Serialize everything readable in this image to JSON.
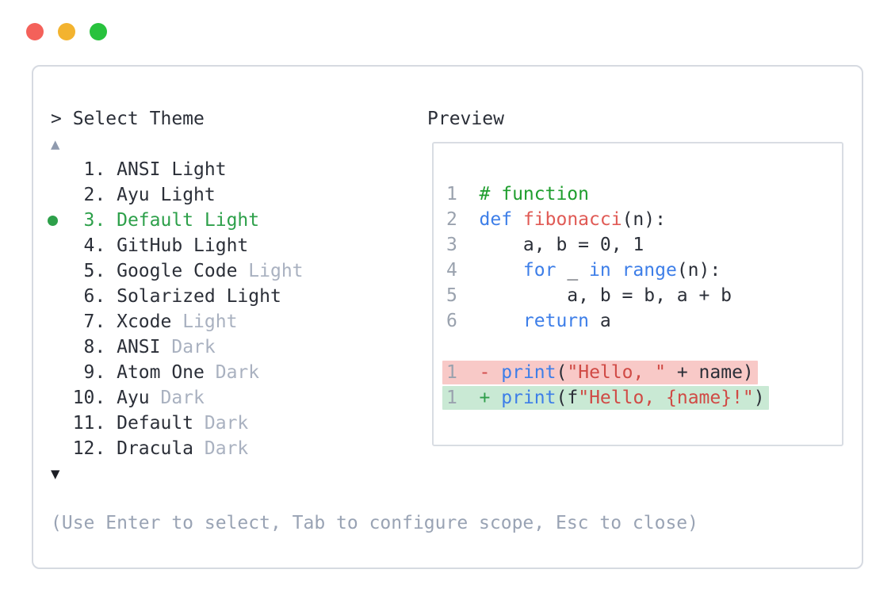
{
  "window": {
    "traffic_lights": [
      {
        "name": "close",
        "color": "#f4615a"
      },
      {
        "name": "minimize",
        "color": "#f3b32f"
      },
      {
        "name": "zoom",
        "color": "#28c23d"
      }
    ]
  },
  "selector": {
    "prompt": "> Select Theme",
    "scroll_up": "▲",
    "scroll_down": "▼",
    "items": [
      {
        "number": "1",
        "label": "ANSI",
        "suffix": "Light",
        "muted_suffix": false,
        "selected": false
      },
      {
        "number": "2",
        "label": "Ayu",
        "suffix": "Light",
        "muted_suffix": false,
        "selected": false
      },
      {
        "number": "3",
        "label": "Default",
        "suffix": "Light",
        "muted_suffix": false,
        "selected": true
      },
      {
        "number": "4",
        "label": "GitHub",
        "suffix": "Light",
        "muted_suffix": false,
        "selected": false
      },
      {
        "number": "5",
        "label": "Google Code",
        "suffix": "Light",
        "muted_suffix": true,
        "selected": false
      },
      {
        "number": "6",
        "label": "Solarized",
        "suffix": "Light",
        "muted_suffix": false,
        "selected": false
      },
      {
        "number": "7",
        "label": "Xcode",
        "suffix": "Light",
        "muted_suffix": true,
        "selected": false
      },
      {
        "number": "8",
        "label": "ANSI",
        "suffix": "Dark",
        "muted_suffix": true,
        "selected": false
      },
      {
        "number": "9",
        "label": "Atom One",
        "suffix": "Dark",
        "muted_suffix": true,
        "selected": false
      },
      {
        "number": "10",
        "label": "Ayu",
        "suffix": "Dark",
        "muted_suffix": true,
        "selected": false
      },
      {
        "number": "11",
        "label": "Default",
        "suffix": "Dark",
        "muted_suffix": true,
        "selected": false
      },
      {
        "number": "12",
        "label": "Dracula",
        "suffix": "Dark",
        "muted_suffix": true,
        "selected": false
      }
    ],
    "hint": "(Use Enter to select, Tab to configure scope, Esc to close)"
  },
  "preview": {
    "title": "Preview",
    "code_lines": [
      {
        "number": "1",
        "tokens": [
          [
            "# function",
            "comment"
          ]
        ]
      },
      {
        "number": "2",
        "tokens": [
          [
            "def",
            "keyword"
          ],
          [
            " ",
            ""
          ],
          [
            "fibonacci",
            "function"
          ],
          [
            "(n):",
            ""
          ]
        ]
      },
      {
        "number": "3",
        "tokens": [
          [
            "    a, b = 0, 1",
            ""
          ]
        ]
      },
      {
        "number": "4",
        "tokens": [
          [
            "    ",
            ""
          ],
          [
            "for",
            "keyword"
          ],
          [
            " _ ",
            ""
          ],
          [
            "in",
            "keyword"
          ],
          [
            " ",
            ""
          ],
          [
            "range",
            "keyword"
          ],
          [
            "(n):",
            ""
          ]
        ]
      },
      {
        "number": "5",
        "tokens": [
          [
            "        a, b = b, a + b",
            ""
          ]
        ]
      },
      {
        "number": "6",
        "tokens": [
          [
            "    ",
            ""
          ],
          [
            "return",
            "keyword"
          ],
          [
            " a",
            ""
          ]
        ]
      },
      {
        "number": "",
        "tokens": []
      }
    ],
    "diff_lines": [
      {
        "number": "1",
        "sign": "-",
        "type": "removed",
        "tokens": [
          [
            "print",
            "keyword"
          ],
          [
            "(",
            ""
          ],
          [
            "\"Hello, \"",
            "string"
          ],
          [
            " + name)",
            ""
          ]
        ]
      },
      {
        "number": "1",
        "sign": "+",
        "type": "added",
        "tokens": [
          [
            "print",
            "keyword"
          ],
          [
            "(f",
            ""
          ],
          [
            "\"Hello, {name}!\"",
            "string"
          ],
          [
            ")",
            ""
          ]
        ]
      }
    ]
  },
  "colors": {
    "text": "#2b2f38",
    "muted": "#a9b1c0",
    "hint": "#99a3b4",
    "selected-green": "#2da04a",
    "comment-green": "#1f9e2e",
    "keyword-blue": "#3d7ee8",
    "function-red": "#e05a55",
    "string-red": "#d04a45",
    "line-number": "#9aa2ae",
    "diff-removed-bg": "#f8c9c7",
    "diff-added-bg": "#c9e9d4",
    "diff-minus": "#d24a4a",
    "diff-plus": "#2f9e4b",
    "border": "#d6dae1",
    "scroll-up": "#8f9aae",
    "scroll-down": "#1c1e24"
  }
}
